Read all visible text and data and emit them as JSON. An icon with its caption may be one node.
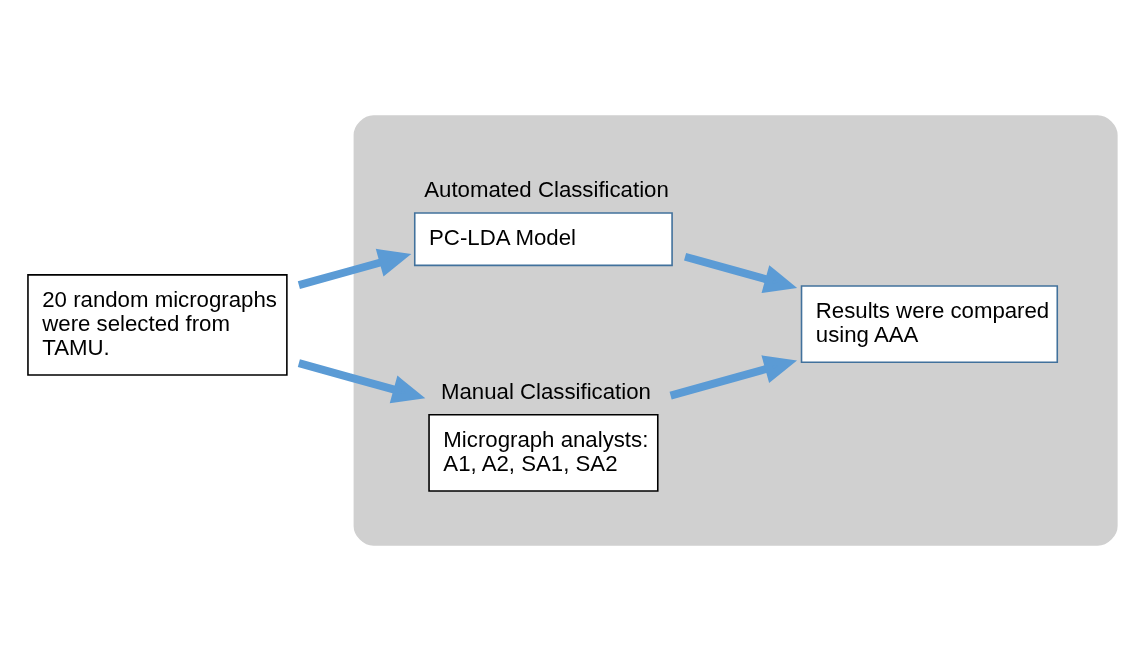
{
  "diagram": {
    "nodes": [
      {
        "text": [],
        "shape": "ellipse"
      },
      {
        "text": [
          "20 random micrographs were selected from TAMU."
        ]
      },
      {
        "text": [
          "Automated Classification",
          "PC-LDA Model"
        ],
        "in": 0
      },
      {
        "text": [
          "Manual Classification",
          "Micrograph analysts: A1, A2, SA1, SA2"
        ],
        "in": 0
      },
      {
        "text": [
          "Results were compared using AAA"
        ],
        "in": 0
      }
    ],
    "edges": [
      {
        "from": 1,
        "to": 2,
        "arrow": "to"
      },
      {
        "from": 1,
        "to": 3,
        "arrow": "to"
      },
      {
        "from": 2,
        "to": 4,
        "arrow": "to"
      },
      {
        "from": 3,
        "to": 4,
        "arrow": "to"
      }
    ]
  }
}
